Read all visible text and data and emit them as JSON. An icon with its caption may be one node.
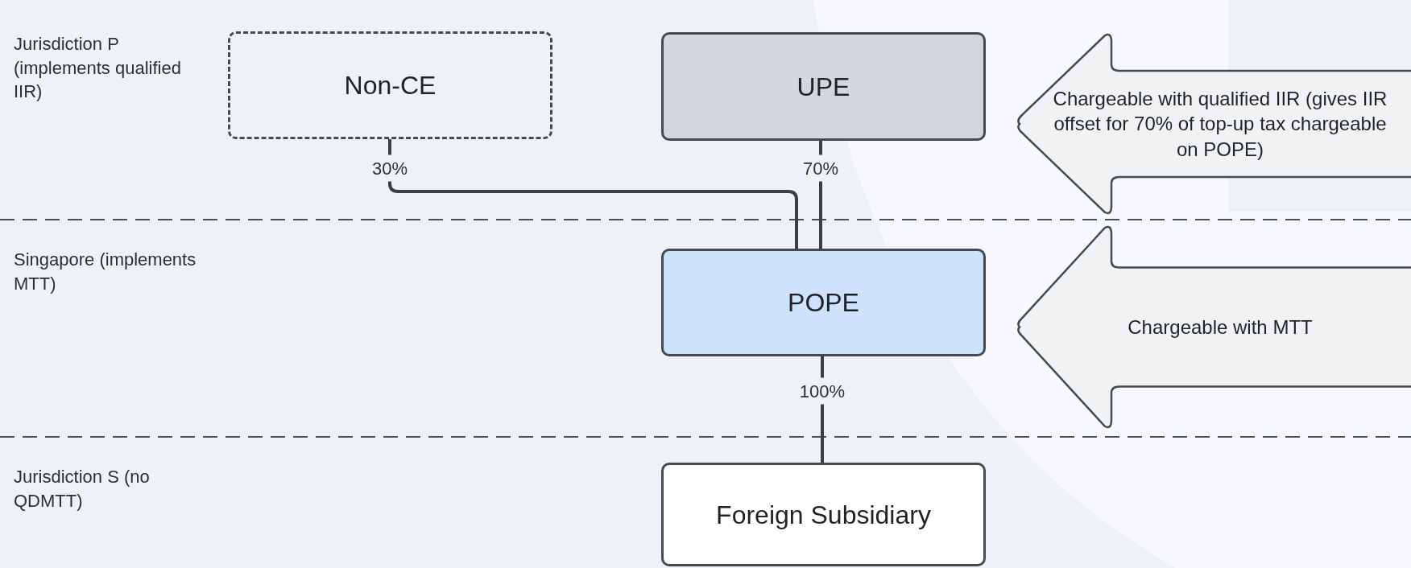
{
  "diagram": {
    "nodes": [
      {
        "text": [
          "Non-CE"
        ]
      },
      {
        "text": [
          "UPE"
        ]
      },
      {
        "text": [
          "POPE"
        ]
      },
      {
        "text": [
          "Foreign Subsidiary"
        ]
      },
      {
        "text": [
          "Chargeable with qualified IIR (gives IIR offset for 70% of top-up tax chargeable on POPE)"
        ]
      },
      {
        "text": [
          "Chargeable with MTT"
        ]
      }
    ],
    "edges": [
      {
        "from": 0,
        "to": 2,
        "arrow": "none",
        "label": "30%"
      },
      {
        "from": 1,
        "to": 2,
        "arrow": "none",
        "label": "70%"
      },
      {
        "from": 2,
        "to": 3,
        "arrow": "none",
        "label": "100%"
      }
    ],
    "labels": [
      "Jurisdiction P (implements qualified IIR)",
      "Singapore (implements MTT)",
      "Jurisdiction S (no QDMTT)"
    ]
  }
}
